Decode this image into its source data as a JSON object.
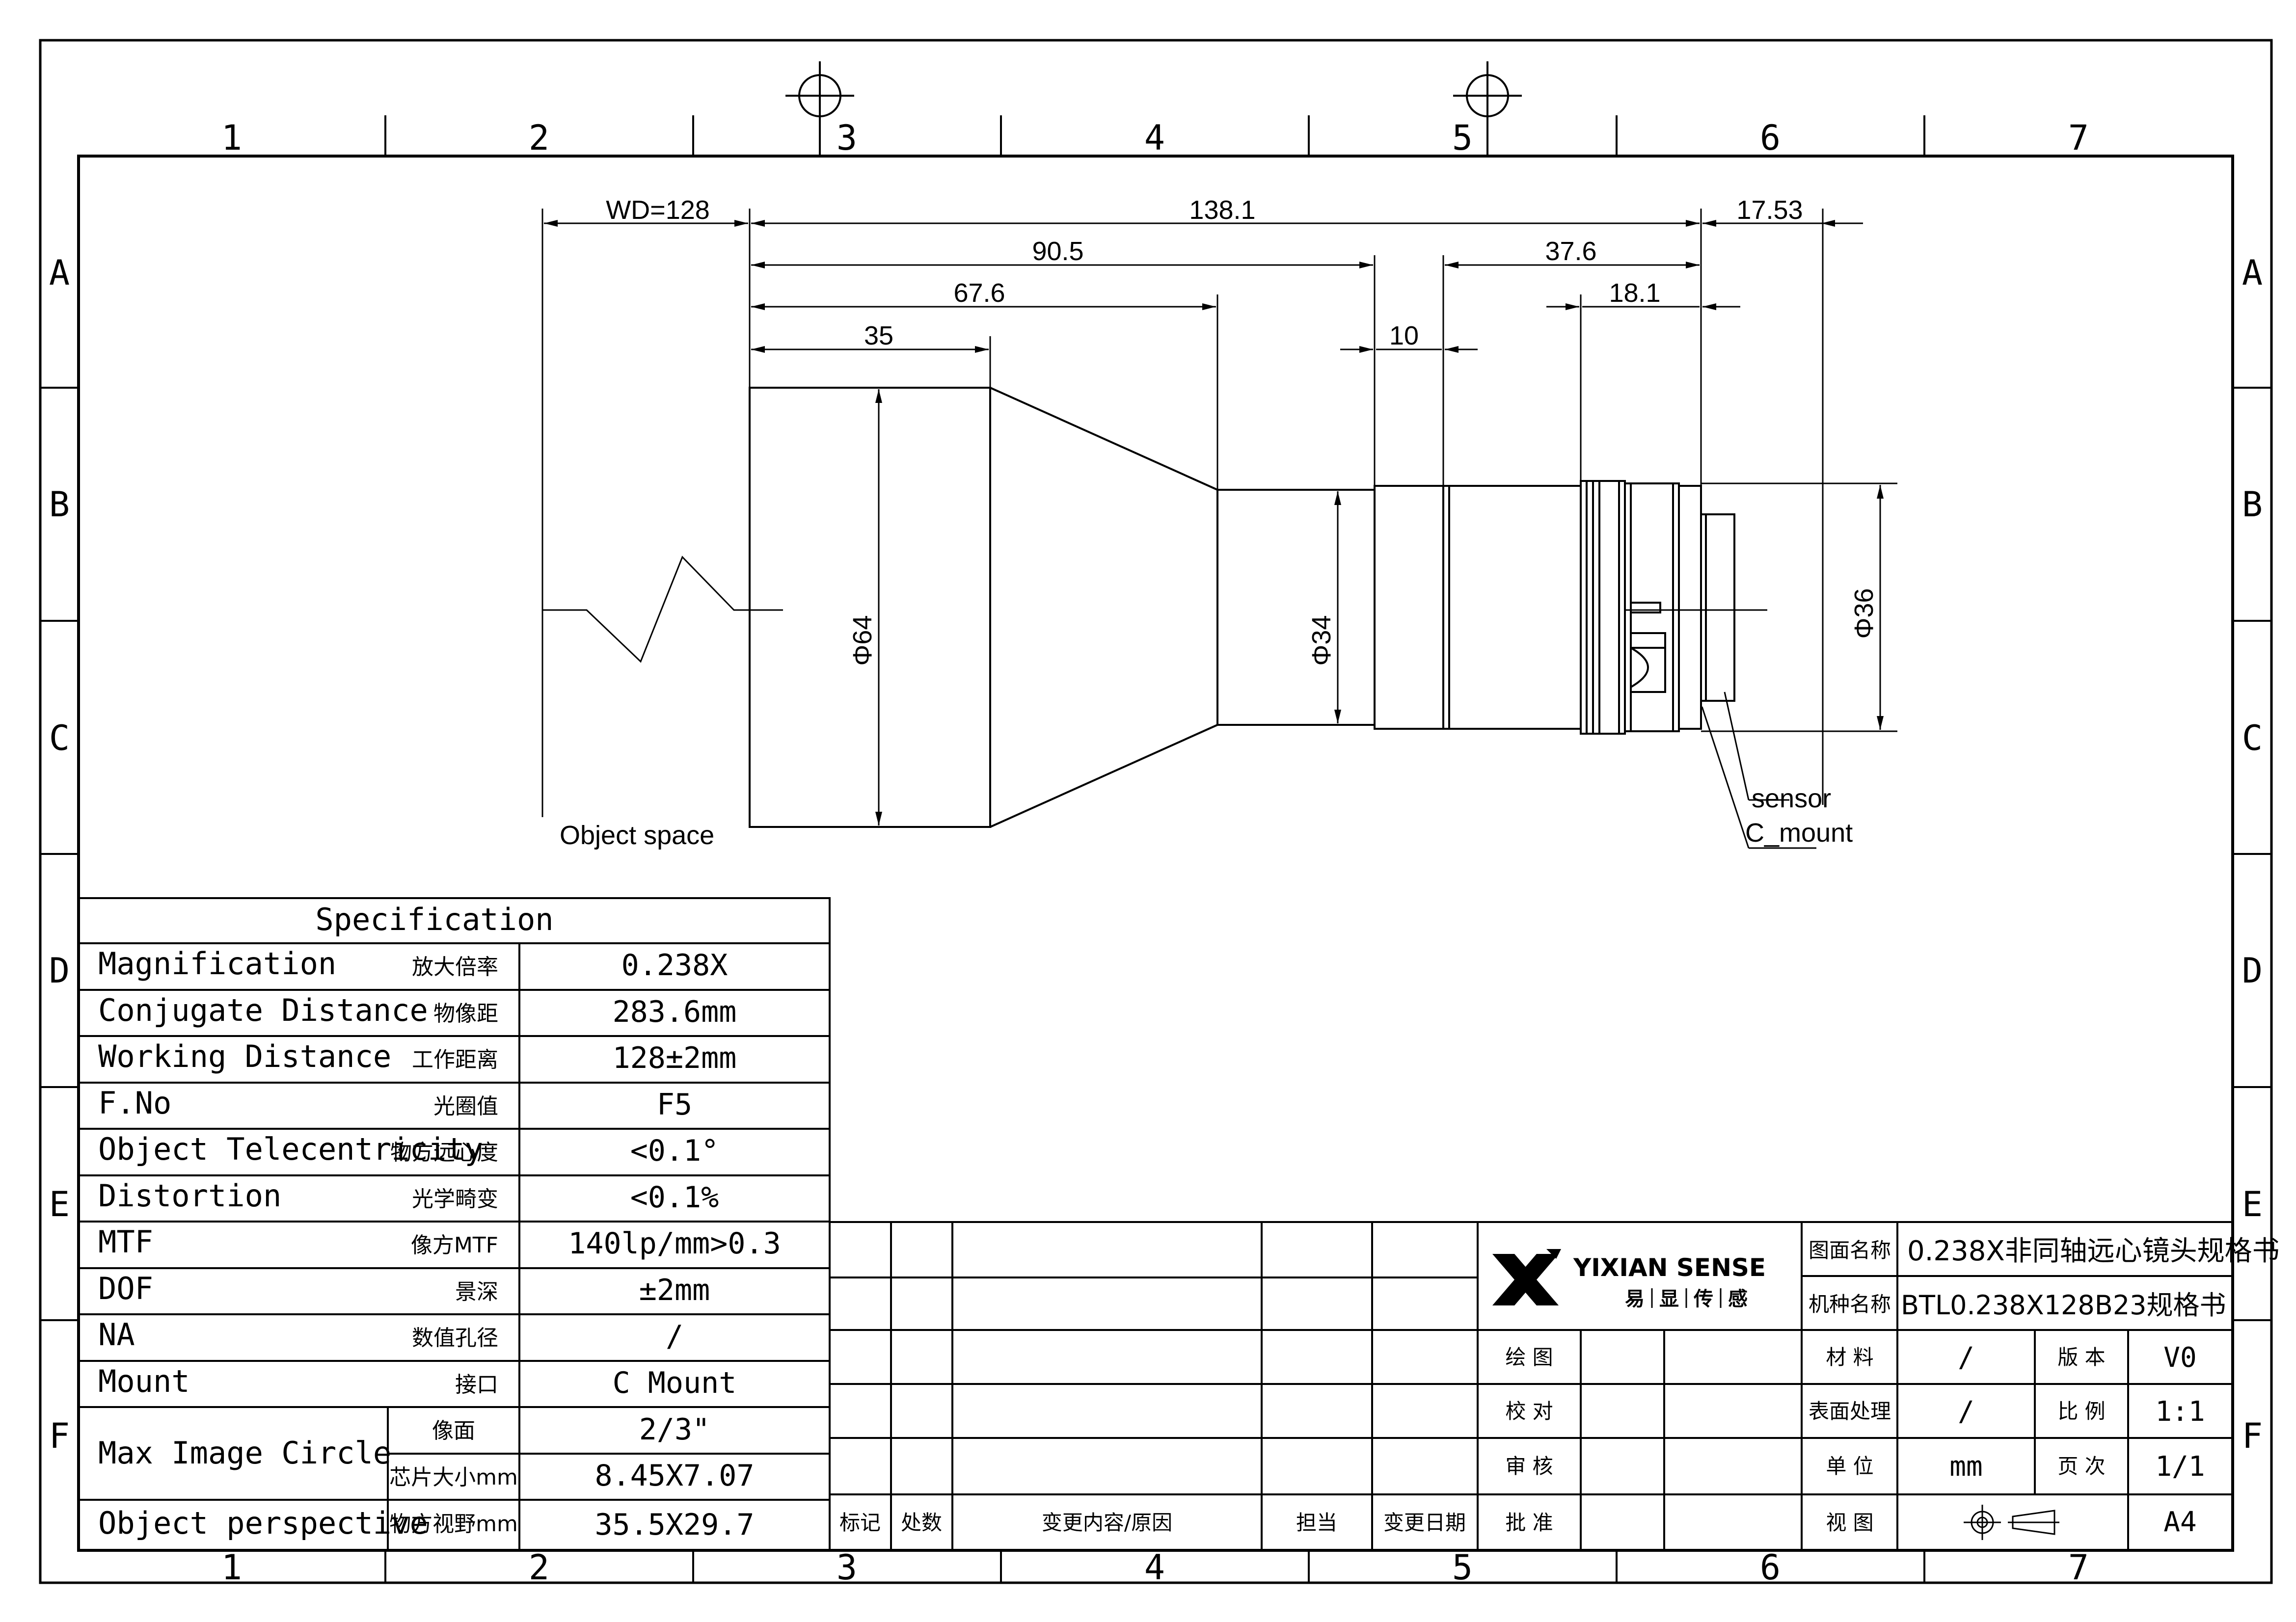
{
  "frame": {
    "columns": [
      "1",
      "2",
      "3",
      "4",
      "5",
      "6",
      "7"
    ],
    "rows": [
      "A",
      "B",
      "C",
      "D",
      "E",
      "F"
    ]
  },
  "drawing": {
    "dims": {
      "wd": "WD=128",
      "total": "138.1",
      "d90": "90.5",
      "d67": "67.6",
      "d35": "35",
      "d10": "10",
      "d37": "37.6",
      "d18": "18.1",
      "d17": "17.53",
      "dia64": "Φ64",
      "dia34": "Φ34",
      "dia36": "Φ36"
    },
    "labels": {
      "object_space": "Object space",
      "sensor": "sensor",
      "c_mount": "C_mount"
    }
  },
  "spec": {
    "title": "Specification",
    "rows": [
      {
        "en": "Magnification",
        "cn": "放大倍率",
        "val": "0.238X"
      },
      {
        "en": "Conjugate Distance",
        "cn": "物像距",
        "val": "283.6mm"
      },
      {
        "en": "Working Distance",
        "cn": "工作距离",
        "val": "128±2mm"
      },
      {
        "en": "F.No",
        "cn": "光圈值",
        "val": "F5"
      },
      {
        "en": "Object Telecentricity",
        "cn": "物方远心度",
        "val": "<0.1°"
      },
      {
        "en": "Distortion",
        "cn": "光学畸变",
        "val": "<0.1%"
      },
      {
        "en": "MTF",
        "cn": "像方MTF",
        "val": "140lp/mm>0.3"
      },
      {
        "en": "DOF",
        "cn": "景深",
        "val": "±2mm"
      },
      {
        "en": "NA",
        "cn": "数值孔径",
        "val": "/"
      },
      {
        "en": "Mount",
        "cn": "接口",
        "val": "C Mount"
      }
    ],
    "mic_label": "Max Image Circle",
    "mic_rows": [
      {
        "cn": "像面",
        "val": "2/3\""
      },
      {
        "cn": "芯片大小mm",
        "val": "8.45X7.07"
      }
    ],
    "persp": {
      "en": "Object perspective",
      "cn": "物方视野mm",
      "val": "35.5X29.7"
    }
  },
  "title_block": {
    "revision_headers": [
      "标记",
      "处数",
      "变更内容/原因",
      "担当",
      "变更日期"
    ],
    "logo_text": "YIXIAN SENSE",
    "logo_sub": [
      "易",
      "显",
      "传",
      "感"
    ],
    "drawing_name_label": "图面名称",
    "drawing_name": "0.238X非同轴远心镜头规格书",
    "model_label": "机种名称",
    "model": "BTL0.238X128B23规格书",
    "sign_labels": [
      "绘 图",
      "校 对",
      "审 核",
      "批 准"
    ],
    "material_label": "材 料",
    "material": "/",
    "version_label": "版 本",
    "version": "V0",
    "surface_label": "表面处理",
    "surface": "/",
    "scale_label": "比 例",
    "scale": "1:1",
    "unit_label": "单 位",
    "unit": "mm",
    "page_label": "页 次",
    "page": "1/1",
    "view_label": "视 图",
    "size": "A4"
  }
}
